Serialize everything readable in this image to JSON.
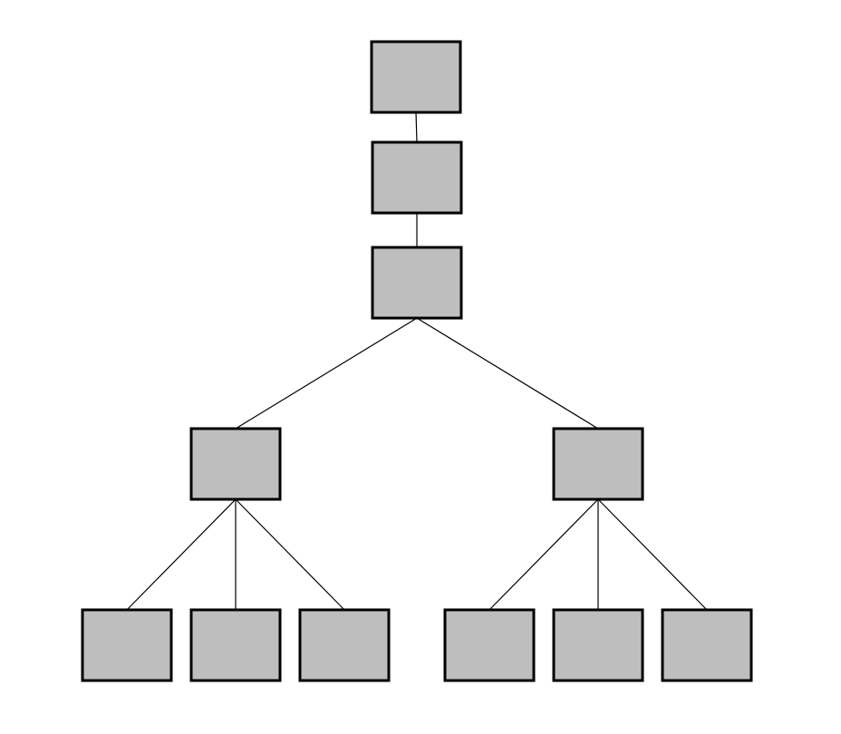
{
  "diagram": {
    "type": "tree",
    "colors": {
      "node_fill": "#bebebe",
      "node_stroke": "#000000",
      "edge_stroke": "#000000",
      "background": "#ffffff"
    },
    "nodes": [
      {
        "id": "n1"
      },
      {
        "id": "n2"
      },
      {
        "id": "n3"
      },
      {
        "id": "n4"
      },
      {
        "id": "n5"
      },
      {
        "id": "n6"
      },
      {
        "id": "n7"
      },
      {
        "id": "n8"
      },
      {
        "id": "n9"
      },
      {
        "id": "n10"
      },
      {
        "id": "n11"
      }
    ],
    "edges": [
      {
        "from": "n1",
        "to": "n2"
      },
      {
        "from": "n2",
        "to": "n3"
      },
      {
        "from": "n3",
        "to": "n4"
      },
      {
        "from": "n3",
        "to": "n5"
      },
      {
        "from": "n4",
        "to": "n6"
      },
      {
        "from": "n4",
        "to": "n7"
      },
      {
        "from": "n4",
        "to": "n8"
      },
      {
        "from": "n5",
        "to": "n9"
      },
      {
        "from": "n5",
        "to": "n10"
      },
      {
        "from": "n5",
        "to": "n11"
      }
    ]
  }
}
